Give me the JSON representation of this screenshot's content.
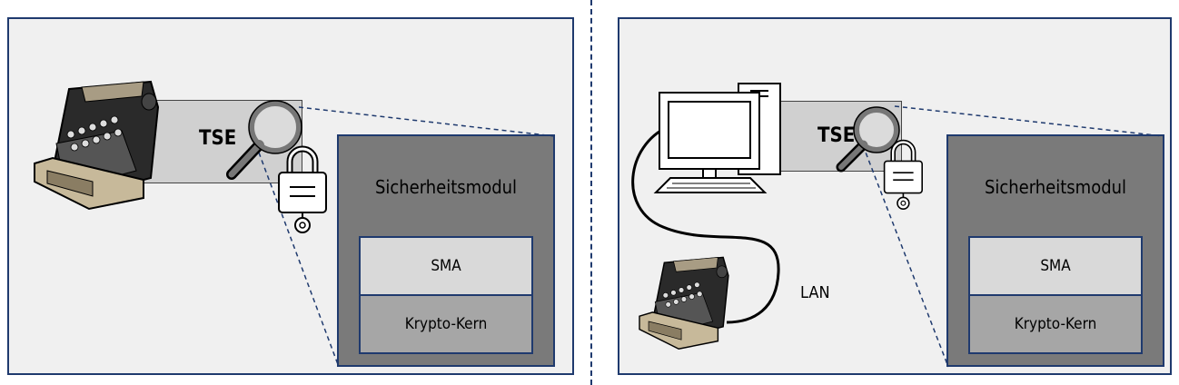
{
  "left_panel": {
    "tse_label": "TSE",
    "module": {
      "title": "Sicherheitsmodul",
      "sma_label": "SMA",
      "kern_label": "Krypto-Kern"
    }
  },
  "right_panel": {
    "tse_label": "TSE",
    "lan_label": "LAN",
    "module": {
      "title": "Sicherheitsmodul",
      "sma_label": "SMA",
      "kern_label": "Krypto-Kern"
    }
  },
  "colors": {
    "frame": "#1f3a6e",
    "panel_bg": "#f0f0f0",
    "module_bg": "#7a7a7a",
    "sma_bg": "#d9d9d9",
    "kern_bg": "#a6a6a6",
    "tse_bg": "#d0d0d0"
  },
  "icons": [
    "cash-register-icon",
    "magnifier-icon",
    "padlock-icon",
    "computer-icon"
  ]
}
